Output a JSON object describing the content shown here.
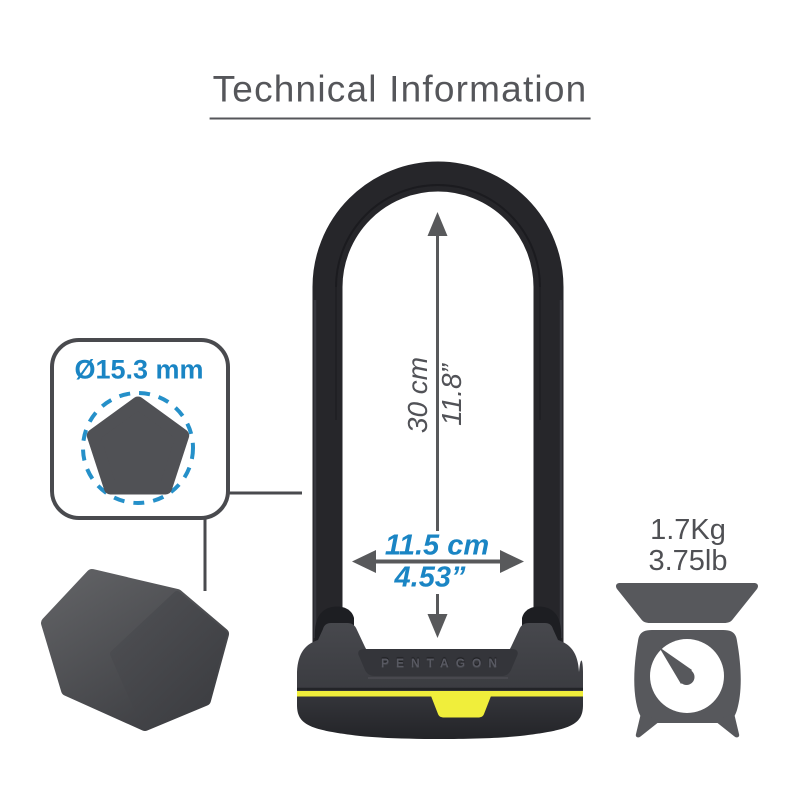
{
  "title": "Technical Information",
  "shackle_callout": {
    "diameter": "Ø15.3 mm",
    "icon": "pentagon-cross-section-icon"
  },
  "dimensions": {
    "height_metric": "30 cm",
    "height_imperial": "11.8”",
    "width_metric": "11.5 cm",
    "width_imperial": "4.53”"
  },
  "weight": {
    "metric": "1.7Kg",
    "imperial": "3.75lb",
    "icon": "weighing-scale-icon"
  },
  "product": {
    "brand_embossed": "PENTAGON",
    "type": "bicycle u-lock"
  },
  "colors": {
    "accent_blue": "#1a85c4",
    "dashed_circle_blue": "#2590c9",
    "accent_yellow": "#f0ee3b",
    "arrow_gray": "#58595b",
    "outline_gray": "#494a4e",
    "title_gray": "#55565a",
    "shackle_black": "#26262a",
    "icon_gray": "#57585c"
  }
}
